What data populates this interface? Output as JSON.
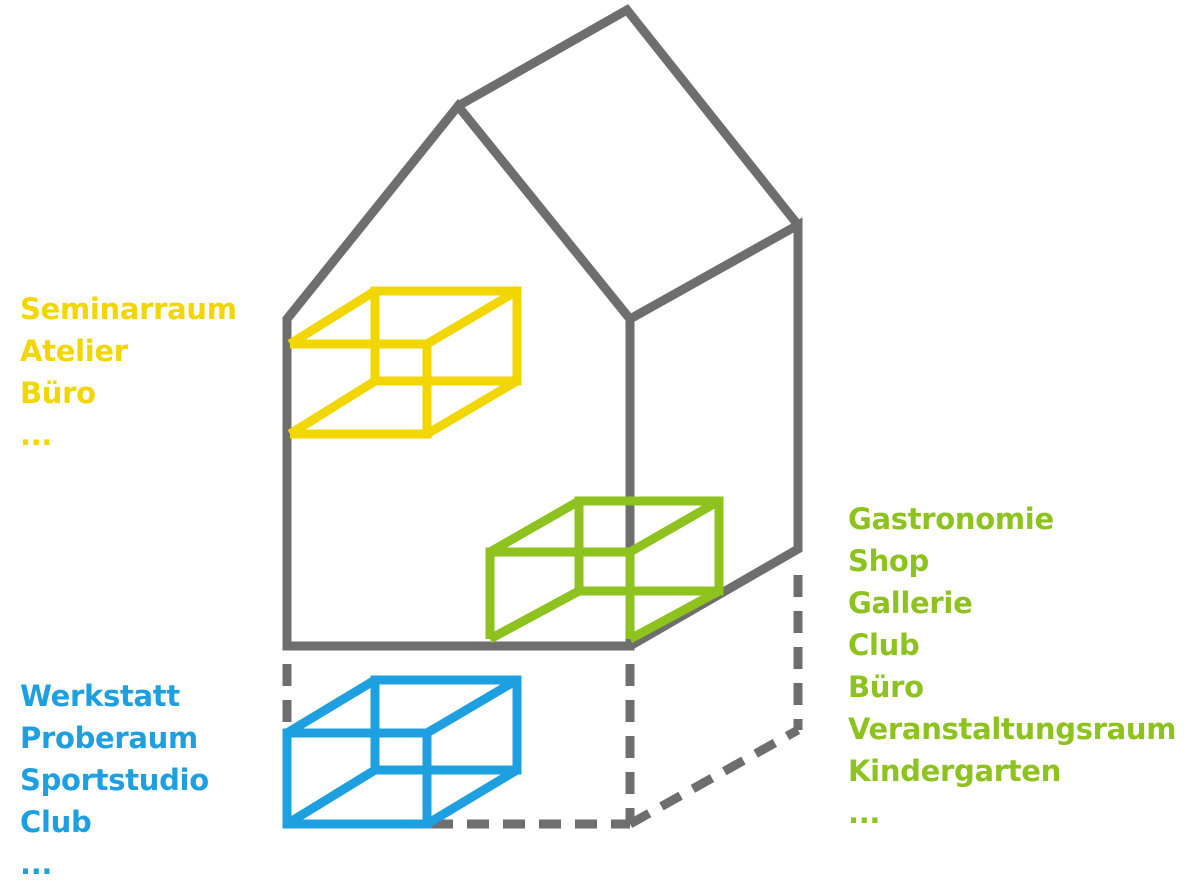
{
  "colors": {
    "house": "#6e6e6e",
    "upper": "#f2d600",
    "ground": "#8dc21f",
    "basement": "#1ea0e0"
  },
  "groups": {
    "upper": {
      "items": [
        "Seminarraum",
        "Atelier",
        "Büro",
        "..."
      ]
    },
    "ground": {
      "items": [
        "Gastronomie",
        "Shop",
        "Gallerie",
        "Club",
        "Büro",
        "Veranstaltungsraum",
        "Kindergarten",
        "..."
      ]
    },
    "basement": {
      "items": [
        "Werkstatt",
        "Proberaum",
        "Sportstudio",
        "Club",
        "..."
      ]
    }
  }
}
